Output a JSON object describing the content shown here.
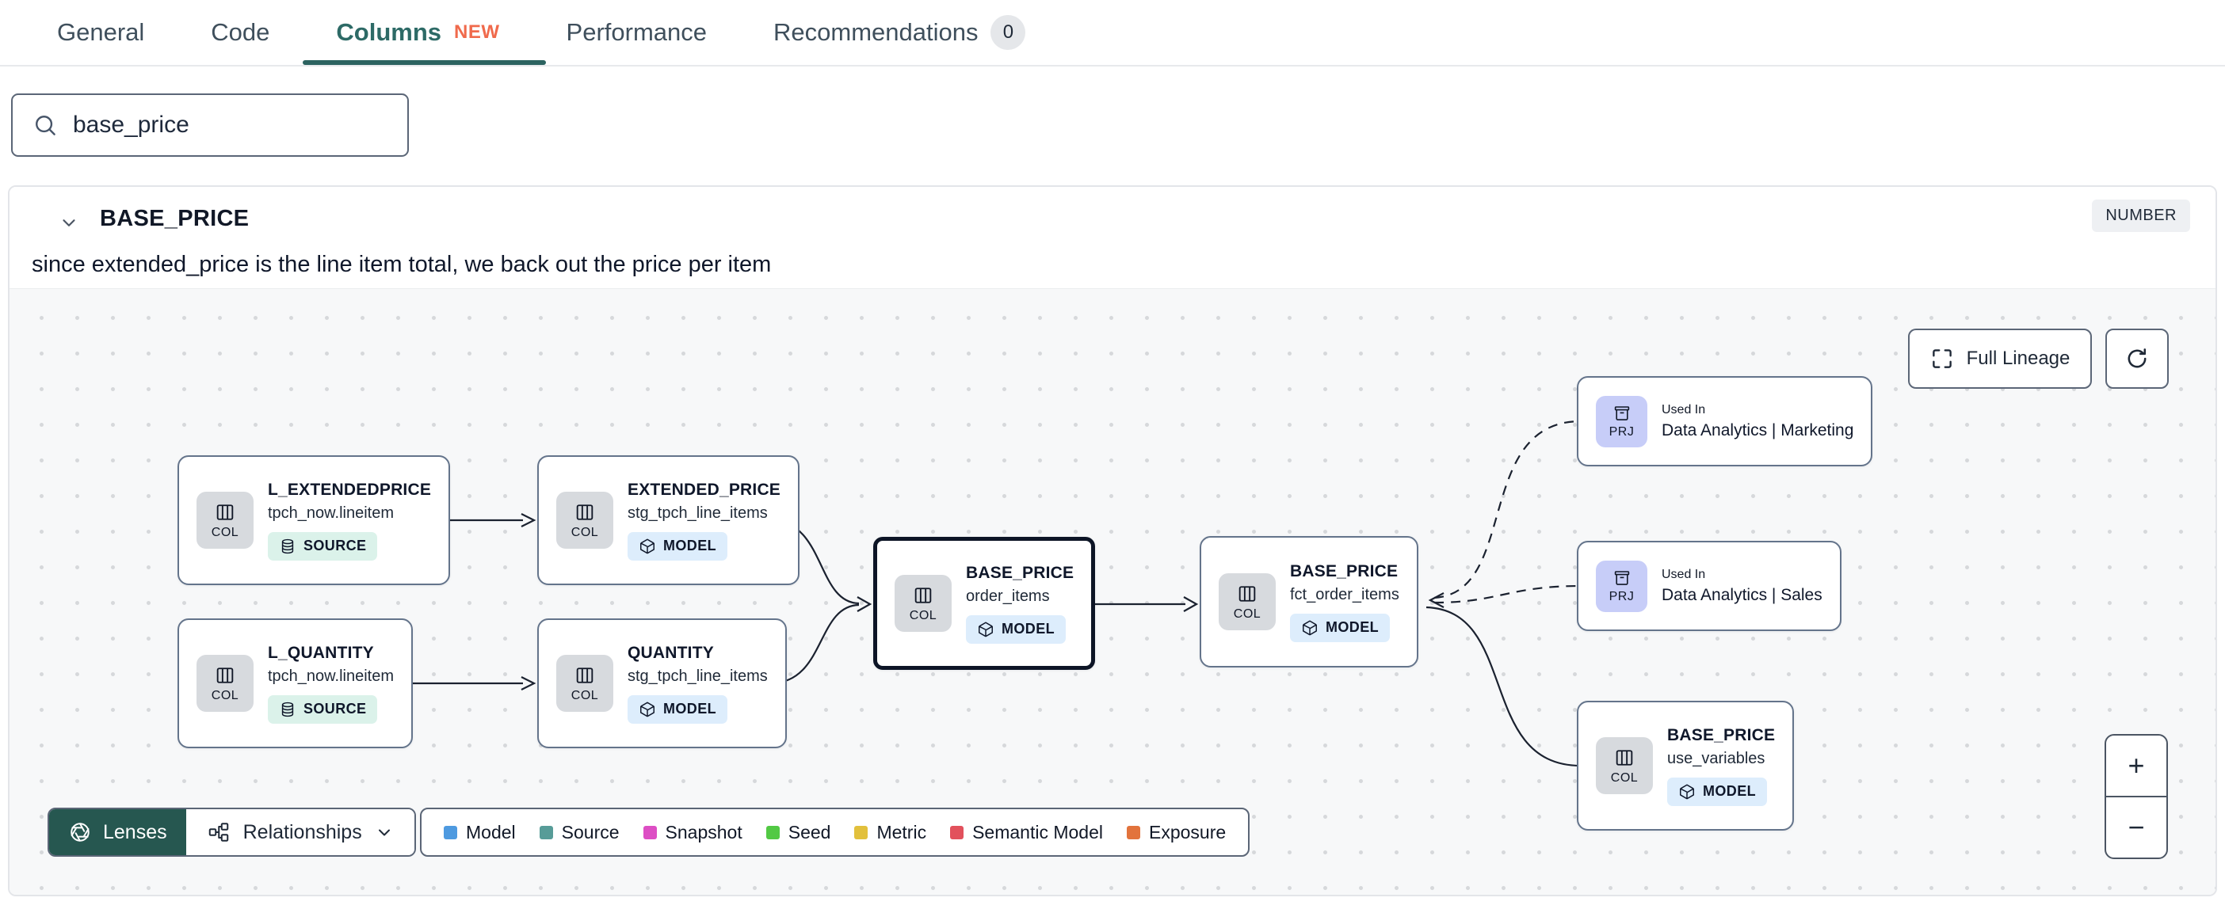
{
  "tabs": {
    "items": [
      {
        "label": "General"
      },
      {
        "label": "Code"
      },
      {
        "label": "Columns",
        "badge": "NEW"
      },
      {
        "label": "Performance"
      },
      {
        "label": "Recommendations",
        "count": "0"
      }
    ]
  },
  "search": {
    "value": "base_price"
  },
  "column": {
    "name": "BASE_PRICE",
    "type": "NUMBER",
    "description": "since extended_price is the line item total, we back out the price per item"
  },
  "lineage": {
    "full_lineage_label": "Full Lineage",
    "lenses_label": "Lenses",
    "relationships_label": "Relationships",
    "zoom_in": "+",
    "zoom_out": "−",
    "nodes": [
      {
        "chip": "COL",
        "title": "L_EXTENDEDPRICE",
        "subtitle": "tpch_now.lineitem",
        "badge": "SOURCE"
      },
      {
        "chip": "COL",
        "title": "L_QUANTITY",
        "subtitle": "tpch_now.lineitem",
        "badge": "SOURCE"
      },
      {
        "chip": "COL",
        "title": "EXTENDED_PRICE",
        "subtitle": "stg_tpch_line_items",
        "badge": "MODEL"
      },
      {
        "chip": "COL",
        "title": "QUANTITY",
        "subtitle": "stg_tpch_line_items",
        "badge": "MODEL"
      },
      {
        "chip": "COL",
        "title": "BASE_PRICE",
        "subtitle": "order_items",
        "badge": "MODEL"
      },
      {
        "chip": "COL",
        "title": "BASE_PRICE",
        "subtitle": "fct_order_items",
        "badge": "MODEL"
      },
      {
        "chip": "PRJ",
        "label": "Used In",
        "title": "Data Analytics | Marketing"
      },
      {
        "chip": "PRJ",
        "label": "Used In",
        "title": "Data Analytics | Sales"
      },
      {
        "chip": "COL",
        "title": "BASE_PRICE",
        "subtitle": "use_variables",
        "badge": "MODEL"
      }
    ],
    "legend": [
      {
        "label": "Model",
        "color": "#4e9ae0"
      },
      {
        "label": "Source",
        "color": "#579c98"
      },
      {
        "label": "Snapshot",
        "color": "#dd4ec4"
      },
      {
        "label": "Seed",
        "color": "#52c944"
      },
      {
        "label": "Metric",
        "color": "#e2c03c"
      },
      {
        "label": "Semantic Model",
        "color": "#e2515c"
      },
      {
        "label": "Exposure",
        "color": "#e2733c"
      }
    ]
  }
}
